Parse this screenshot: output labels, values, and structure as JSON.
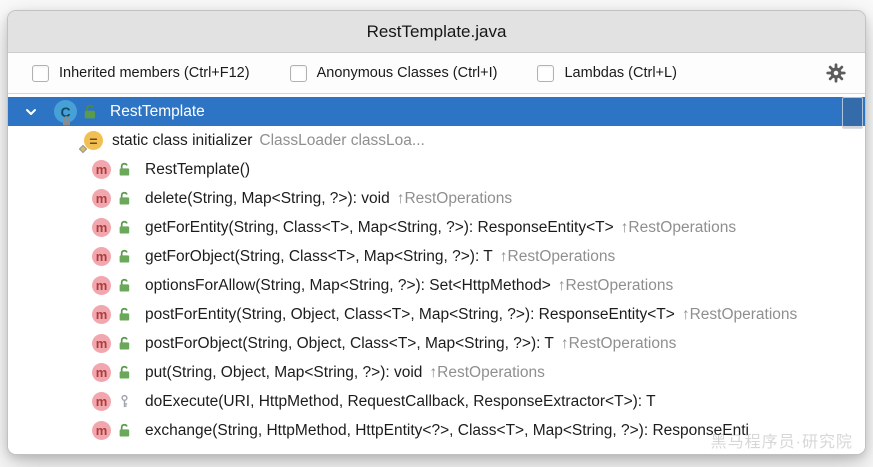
{
  "window": {
    "title": "RestTemplate.java"
  },
  "toolbar": {
    "checkboxes": [
      {
        "label": "Inherited members (Ctrl+F12)",
        "checked": false
      },
      {
        "label": "Anonymous Classes (Ctrl+I)",
        "checked": false
      },
      {
        "label": "Lambdas (Ctrl+L)",
        "checked": false
      }
    ],
    "settings_icon": "gear-icon"
  },
  "icons": {
    "class_letter": "C",
    "method_letter": "m",
    "initializer_glyph": "=",
    "expand": "chevron-down-icon",
    "public": "open-lock-icon",
    "protected": "key-icon",
    "final_marker": "small-lock-icon"
  },
  "tree": {
    "root": {
      "label": "RestTemplate",
      "selected": true,
      "expanded": true
    },
    "items": [
      {
        "kind": "initializer",
        "visibility": "none",
        "text": "static class initializer",
        "suffix": "ClassLoader classLoa..."
      },
      {
        "kind": "method",
        "visibility": "public",
        "text": "RestTemplate()",
        "suffix": ""
      },
      {
        "kind": "method",
        "visibility": "public",
        "text": "delete(String, Map<String, ?>): void",
        "suffix": "↑RestOperations"
      },
      {
        "kind": "method",
        "visibility": "public",
        "text": "getForEntity(String, Class<T>, Map<String, ?>): ResponseEntity<T>",
        "suffix": "↑RestOperations"
      },
      {
        "kind": "method",
        "visibility": "public",
        "text": "getForObject(String, Class<T>, Map<String, ?>): T",
        "suffix": "↑RestOperations"
      },
      {
        "kind": "method",
        "visibility": "public",
        "text": "optionsForAllow(String, Map<String, ?>): Set<HttpMethod>",
        "suffix": "↑RestOperations"
      },
      {
        "kind": "method",
        "visibility": "public",
        "text": "postForEntity(String, Object, Class<T>, Map<String, ?>): ResponseEntity<T>",
        "suffix": "↑RestOperations"
      },
      {
        "kind": "method",
        "visibility": "public",
        "text": "postForObject(String, Object, Class<T>, Map<String, ?>): T",
        "suffix": "↑RestOperations"
      },
      {
        "kind": "method",
        "visibility": "public",
        "text": "put(String, Object, Map<String, ?>): void",
        "suffix": "↑RestOperations"
      },
      {
        "kind": "method",
        "visibility": "protected",
        "text": "doExecute(URI, HttpMethod, RequestCallback, ResponseExtractor<T>): T",
        "suffix": ""
      },
      {
        "kind": "method",
        "visibility": "public",
        "text": "exchange(String, HttpMethod, HttpEntity<?>, Class<T>, Map<String, ?>): ResponseEnti",
        "suffix": ""
      }
    ]
  },
  "watermark": "黑马程序员·研究院",
  "colors": {
    "selection": "#2d75c4",
    "titlebar_bg": "#e2e2e2",
    "method_badge": "#f2a6ad",
    "method_letter": "#ab3e3c",
    "class_badge": "#47a0d6",
    "initializer_badge": "#f2c052",
    "public_green": "#6aa159",
    "protected_gray": "#a3a8ad",
    "inherited_gray": "#8f8f8f",
    "text": "#1c1c1c"
  }
}
